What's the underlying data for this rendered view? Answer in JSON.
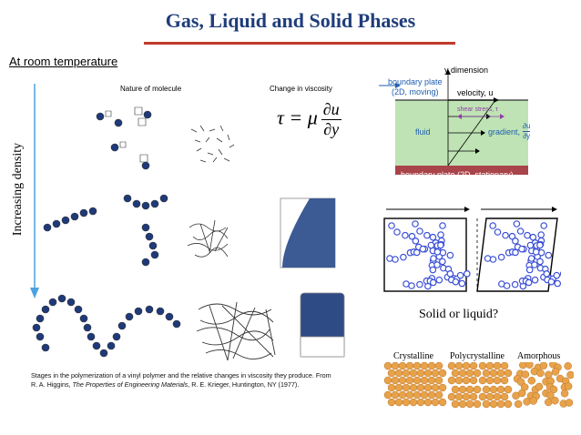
{
  "title": "Gas, Liquid and Solid Phases",
  "room_label": "At room temperature",
  "density_label": "Increasing density",
  "left_figure": {
    "header_molecule": "Nature of molecule",
    "header_viscosity": "Change in viscosity",
    "equation": {
      "lhs": "τ = μ",
      "num": "∂u",
      "den": "∂y"
    },
    "caption_line1": "Stages in the polymerization of a vinyl polymer and the relative changes in viscosity they produce. From",
    "caption_line2_pre": "R. A. Higgins, ",
    "caption_line2_italic": "The Properties of Engineering Materials",
    "caption_line2_post": ", R. E. Krieger, Huntington, NY (1977)."
  },
  "shear_diagram": {
    "y_axis": "y dimension",
    "top_plate": "boundary plate",
    "top_plate_sub": "(2D, moving)",
    "velocity": "velocity, u",
    "shear_stress": "shear stress, τ",
    "fluid": "fluid",
    "gradient": "gradient,",
    "gradient_num": "∂u",
    "gradient_den": "∂y",
    "bottom_plate": "boundary plate (2D, stationary)"
  },
  "solid_or_liquid": "Solid  or  liquid?",
  "crystal_labels": [
    "Crystalline",
    "Polycrystalline",
    "Amorphous"
  ],
  "colors": {
    "title": "#1f3d7a",
    "rule": "#c0392b",
    "arrow": "#4aa3df",
    "fluid": "#bfe3b4",
    "plate": "#a8444a",
    "bead": "#1f3a7a",
    "copper": "#e8a24a"
  }
}
